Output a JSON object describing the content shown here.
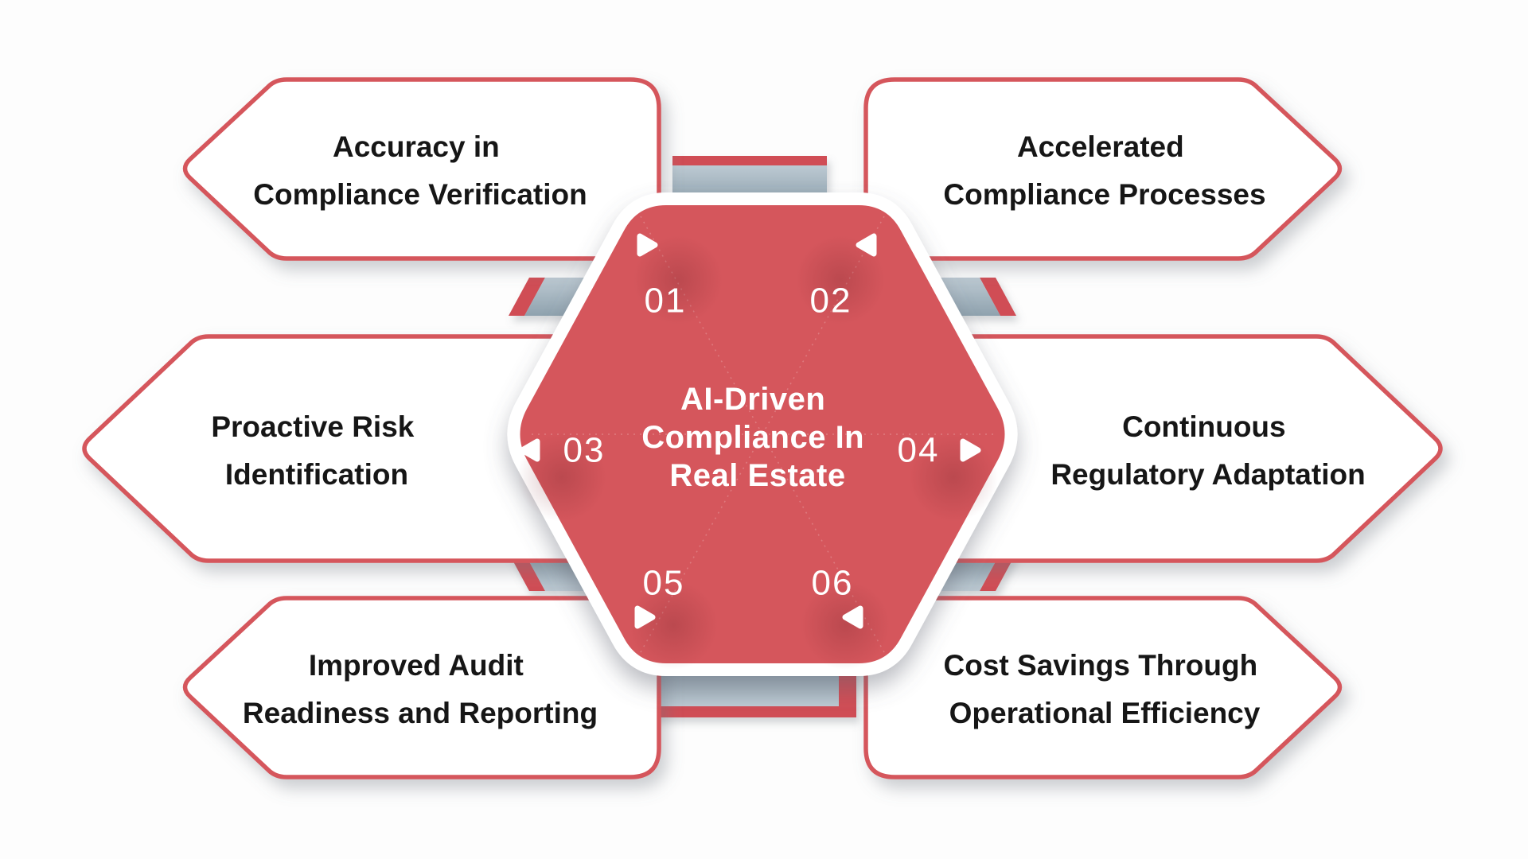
{
  "diagram": {
    "type": "hexagon-infographic",
    "center": {
      "title_lines": [
        "AI-Driven",
        "Compliance In",
        "Real Estate"
      ]
    },
    "items": [
      {
        "number": "01",
        "position": "top-left",
        "line1": "Accuracy in",
        "line2": "Compliance Verification"
      },
      {
        "number": "02",
        "position": "top-right",
        "line1": "Accelerated",
        "line2": "Compliance Processes"
      },
      {
        "number": "03",
        "position": "middle-left",
        "line1": "Proactive Risk",
        "line2": "Identification"
      },
      {
        "number": "04",
        "position": "middle-right",
        "line1": "Continuous",
        "line2": "Regulatory Adaptation"
      },
      {
        "number": "05",
        "position": "bottom-left",
        "line1": "Improved Audit",
        "line2": "Readiness and Reporting"
      },
      {
        "number": "06",
        "position": "bottom-right",
        "line1": "Cost Savings Through",
        "line2": "Operational Efficiency"
      }
    ],
    "colors": {
      "accent_red": "#D5565B",
      "stripe_red": "#D04E55",
      "hexagon_red": "#D5565B",
      "connector_gray_light": "#B4C2CC",
      "connector_gray_dark": "#8FA2AE",
      "text_dark": "#161616",
      "white": "#FFFFFF"
    }
  }
}
